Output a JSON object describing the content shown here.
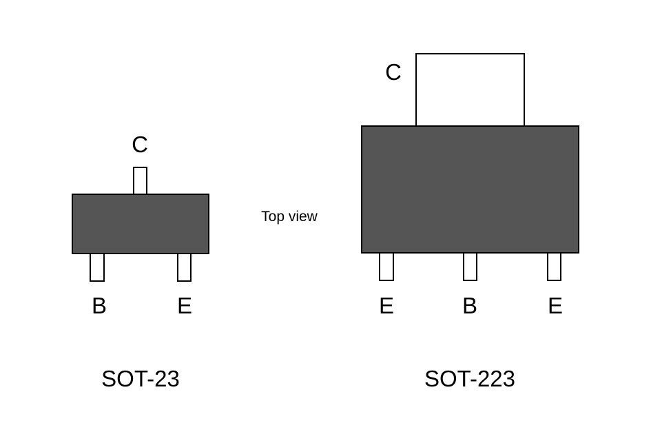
{
  "colors": {
    "package_body": "#555555",
    "lead": "#ffffff",
    "outline": "#000000"
  },
  "view_label": "Top view",
  "packages": [
    {
      "name": "SOT-23",
      "pins": {
        "top": "C",
        "bottom_left": "B",
        "bottom_right": "E"
      }
    },
    {
      "name": "SOT-223",
      "pins": {
        "tab": "C",
        "bottom_left": "E",
        "bottom_middle": "B",
        "bottom_right": "E"
      }
    }
  ]
}
